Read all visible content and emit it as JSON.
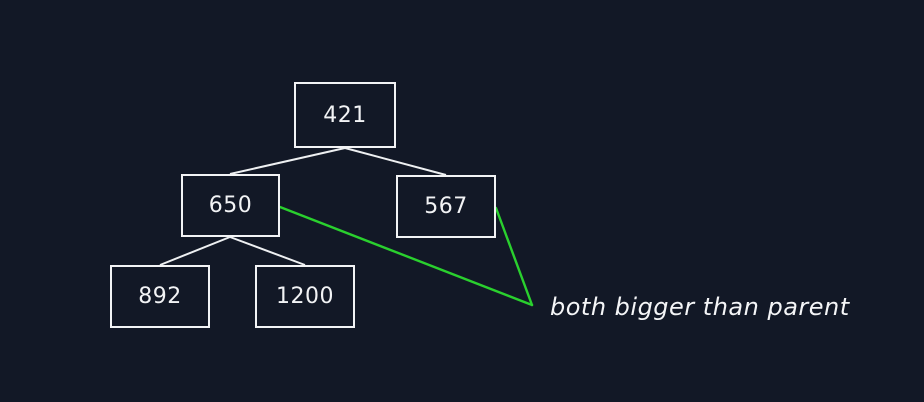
{
  "diagram": {
    "type": "binary-tree",
    "nodes": [
      {
        "id": "root",
        "value": "421"
      },
      {
        "id": "root-left",
        "value": "650"
      },
      {
        "id": "root-right",
        "value": "567"
      },
      {
        "id": "left-left",
        "value": "892"
      },
      {
        "id": "left-right",
        "value": "1200"
      }
    ],
    "edges": [
      {
        "from": "421",
        "to": "650"
      },
      {
        "from": "421",
        "to": "567"
      },
      {
        "from": "650",
        "to": "892"
      },
      {
        "from": "650",
        "to": "1200"
      }
    ],
    "annotation": {
      "label": "both bigger than parent",
      "connected_nodes": [
        "650",
        "567"
      ]
    }
  },
  "colors": {
    "background": "#121826",
    "node_border": "#f2f3f5",
    "node_text": "#f2f3f5",
    "tree_edge": "#eef0f2",
    "annotation_line": "#2ad02e",
    "annotation_text": "#f4f5f7"
  }
}
